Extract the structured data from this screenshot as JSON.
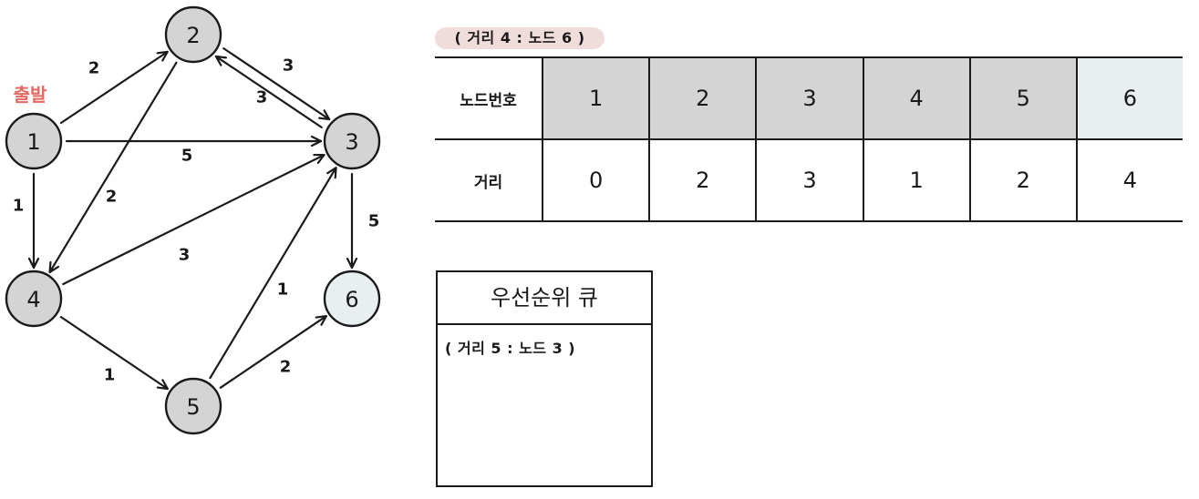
{
  "graph": {
    "start_label": "출발",
    "current_node": "6",
    "nodes": [
      {
        "id": "1",
        "label": "1"
      },
      {
        "id": "2",
        "label": "2"
      },
      {
        "id": "3",
        "label": "3"
      },
      {
        "id": "4",
        "label": "4"
      },
      {
        "id": "5",
        "label": "5"
      },
      {
        "id": "6",
        "label": "6"
      }
    ],
    "edges": [
      {
        "from": "1",
        "to": "2",
        "weight": "2"
      },
      {
        "from": "1",
        "to": "3",
        "weight": "5"
      },
      {
        "from": "1",
        "to": "4",
        "weight": "1"
      },
      {
        "from": "2",
        "to": "3",
        "weight": "3"
      },
      {
        "from": "3",
        "to": "2",
        "weight": "3"
      },
      {
        "from": "2",
        "to": "4",
        "weight": "2"
      },
      {
        "from": "4",
        "to": "3",
        "weight": "3"
      },
      {
        "from": "4",
        "to": "5",
        "weight": "1"
      },
      {
        "from": "5",
        "to": "3",
        "weight": "1"
      },
      {
        "from": "5",
        "to": "6",
        "weight": "2"
      },
      {
        "from": "3",
        "to": "6",
        "weight": "5"
      }
    ],
    "colors": {
      "visited": "#d4d4d4",
      "current": "#e9eff1",
      "start_label": "#e36a63",
      "current_tag": "#f1dcdc"
    }
  },
  "current": {
    "label": "( 거리 4 : 노드 6 )"
  },
  "table": {
    "row_node_header": "노드번호",
    "row_dist_header": "거리",
    "nodes": [
      "1",
      "2",
      "3",
      "4",
      "5",
      "6"
    ],
    "distances": [
      "0",
      "2",
      "3",
      "1",
      "2",
      "4"
    ]
  },
  "queue": {
    "title": "우선순위 큐",
    "items": [
      "( 거리 5 : 노드 3 )"
    ]
  }
}
